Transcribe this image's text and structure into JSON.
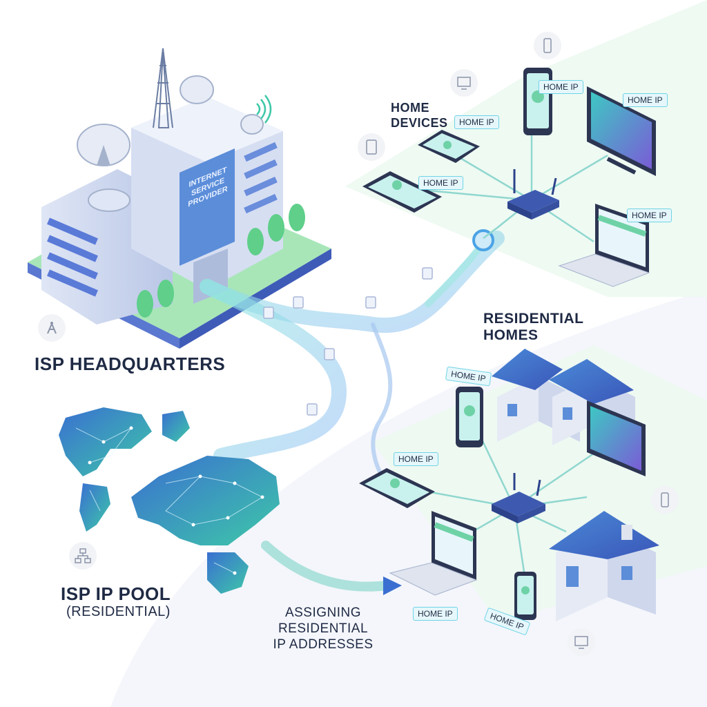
{
  "labels": {
    "isp_headquarters": "ISP HEADQUARTERS",
    "building_sign": [
      "INTERNET",
      "SERVICE",
      "PROVIDER"
    ],
    "home_devices": [
      "HOME",
      "DEVICES"
    ],
    "residential_homes": [
      "RESIDENTIAL",
      "HOMES"
    ],
    "ip_pool": "ISP IP POOL",
    "ip_pool_sub": "(RESIDENTIAL)",
    "assigning": [
      "ASSIGNING",
      "RESIDENTIAL",
      "IP ADDRESSES"
    ]
  },
  "device_tag": "HOME IP",
  "colors": {
    "accent_teal": "#3ec8c3",
    "accent_blue": "#3a6fd1",
    "accent_purple": "#7a5cd6",
    "text": "#1f2a44",
    "tag_border": "#6fd3e6",
    "ground": "#e9f8ef"
  },
  "icons": [
    "antenna-icon",
    "monitor-icon",
    "tablet-icon",
    "phone-icon",
    "network-icon"
  ]
}
